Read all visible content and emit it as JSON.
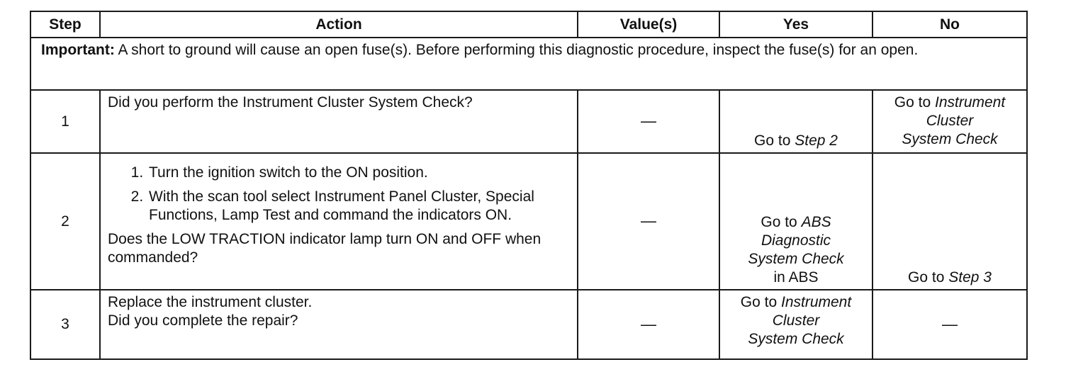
{
  "headers": {
    "step": "Step",
    "action": "Action",
    "values": "Value(s)",
    "yes": "Yes",
    "no": "No"
  },
  "important": {
    "label": "Important:",
    "text": " A short to ground will cause an open fuse(s). Before performing this diagnostic procedure, inspect the fuse(s) for an open."
  },
  "rows": [
    {
      "step": "1",
      "question": "Did you perform the Instrument Cluster System Check?",
      "value": "—",
      "yes_prefix": "Go to ",
      "yes_link": "Step 2",
      "no_prefix": "Go to ",
      "no_link_line1": "Instrument",
      "no_link_line2": "Cluster",
      "no_link_line3": "System Check"
    },
    {
      "step": "2",
      "substeps": [
        "Turn the ignition switch to the ON position.",
        "With the scan tool select Instrument Panel Cluster, Special Functions, Lamp Test and command the indicators ON."
      ],
      "question": "Does the LOW TRACTION indicator lamp turn ON and OFF when commanded?",
      "value": "—",
      "yes_prefix": "Go to ",
      "yes_link_line1": "ABS",
      "yes_link_line2": "Diagnostic",
      "yes_link_line3": "System Check",
      "yes_suffix": "in ABS",
      "no_prefix": "Go to ",
      "no_link": "Step 3"
    },
    {
      "step": "3",
      "instruction": "Replace the instrument cluster.",
      "question": "Did you complete the repair?",
      "value": "—",
      "yes_prefix": "Go to ",
      "yes_link_line1": "Instrument",
      "yes_link_line2": "Cluster",
      "yes_link_line3": "System Check",
      "no": "—"
    }
  ]
}
